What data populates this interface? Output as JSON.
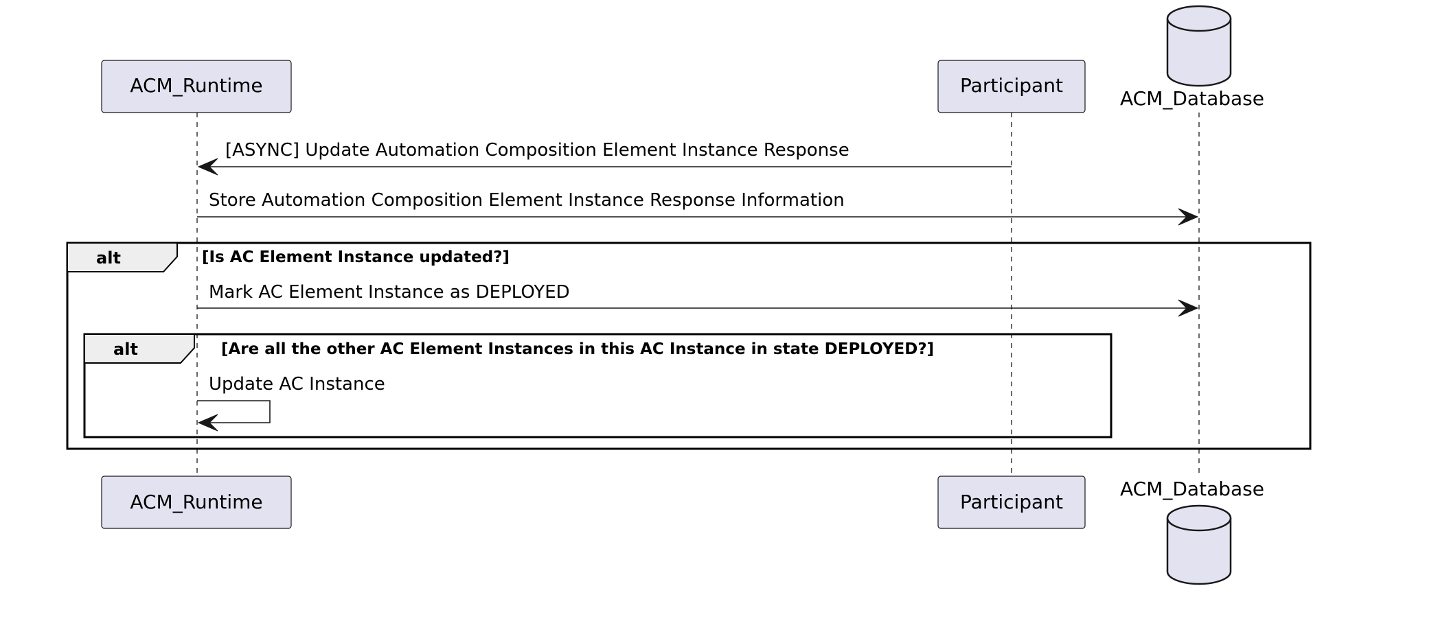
{
  "participants": {
    "runtime": "ACM_Runtime",
    "participant": "Participant",
    "database": "ACM_Database"
  },
  "messages": {
    "m1": "[ASYNC] Update Automation Composition Element Instance Response",
    "m2": "Store Automation Composition Element Instance Response Information",
    "m3": "Mark AC Element Instance as DEPLOYED",
    "m4": "Update AC Instance"
  },
  "fragments": {
    "outer": {
      "keyword": "alt",
      "guard": "[Is AC Element Instance updated?]"
    },
    "inner": {
      "keyword": "alt",
      "guard": "[Are all the other AC Element Instances in this AC Instance in state DEPLOYED?]"
    }
  },
  "colors": {
    "participant_fill": "#e2e2f0",
    "line": "#181818",
    "frame_tab_fill": "#eeeeee"
  }
}
